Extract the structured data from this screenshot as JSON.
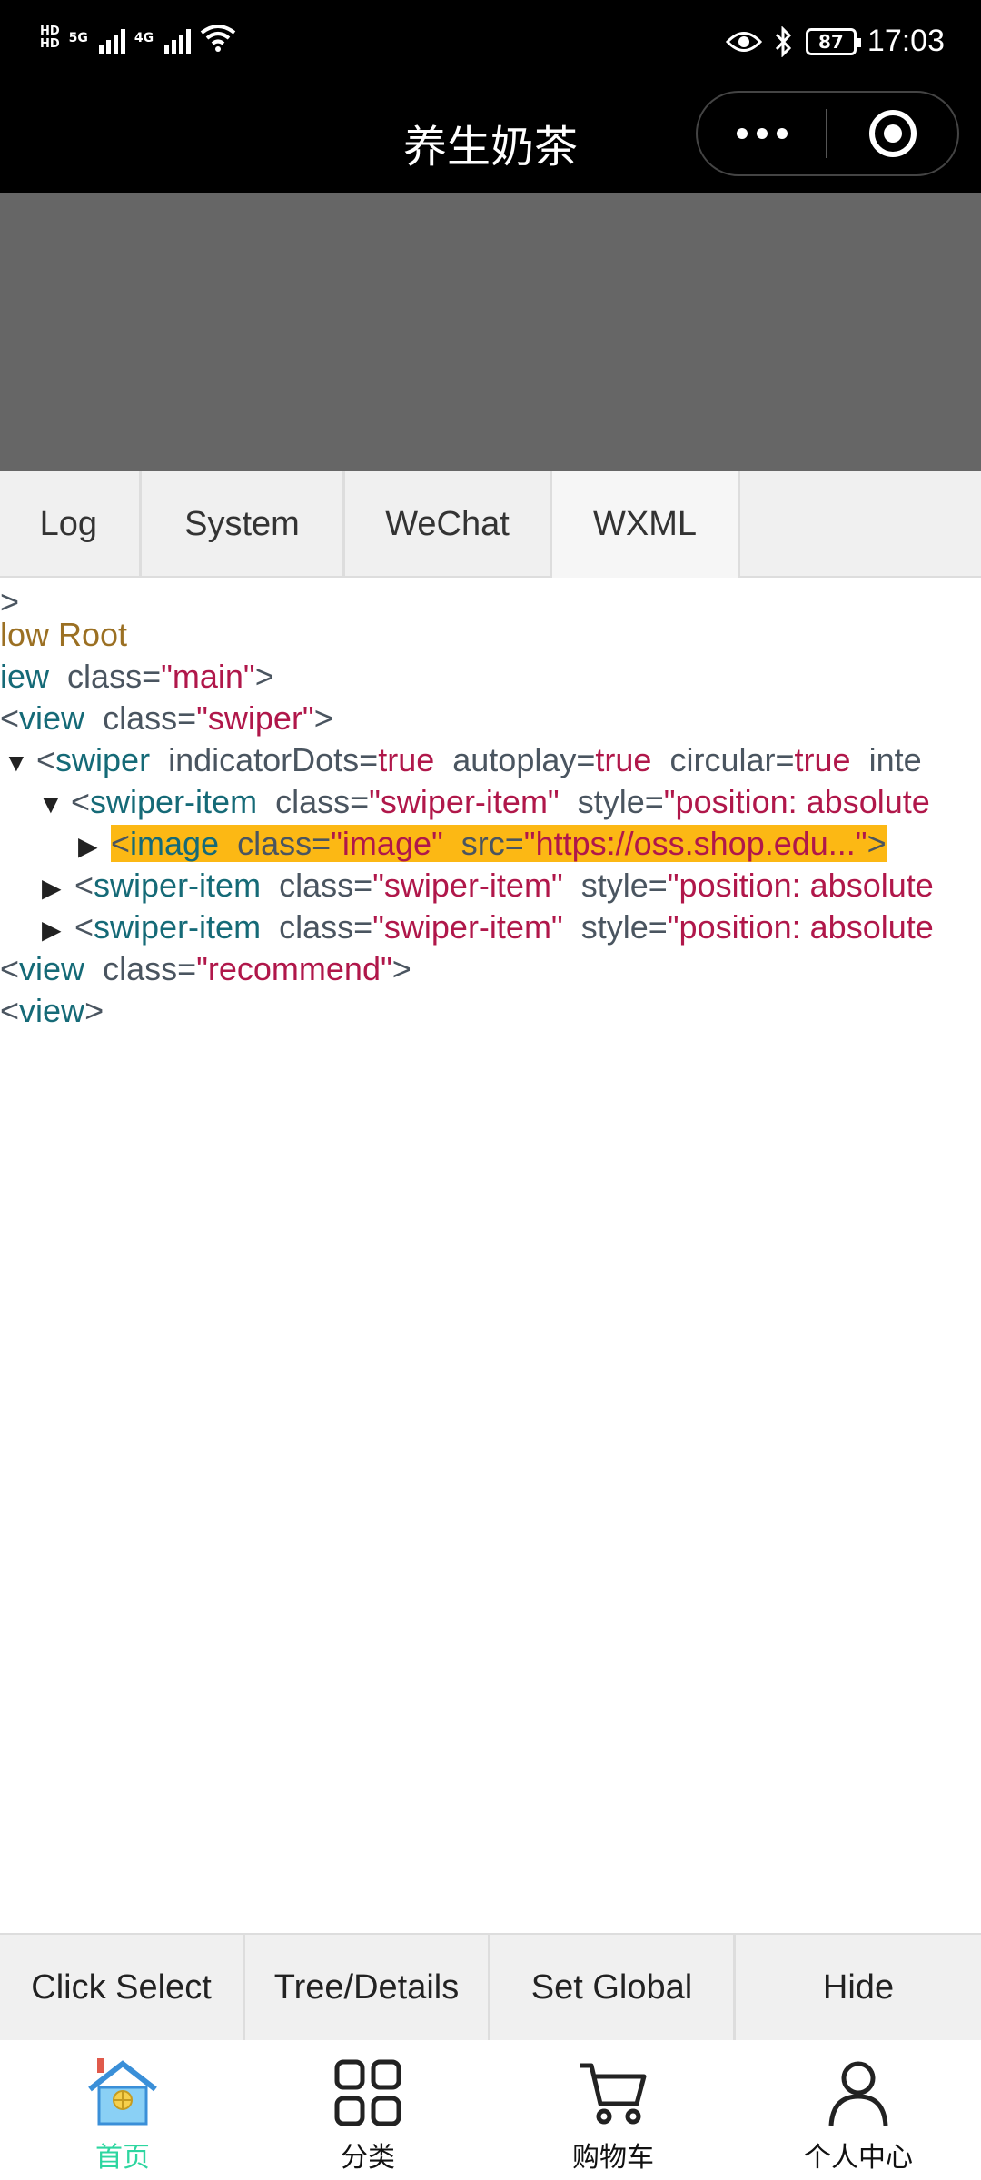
{
  "status_bar": {
    "hd_top": "HD",
    "hd_bottom": "HD",
    "net1": "5G",
    "net2": "4G",
    "battery": "87",
    "time": "17:03"
  },
  "nav": {
    "title": "养生奶茶"
  },
  "tabs": [
    {
      "label": "Log"
    },
    {
      "label": "System"
    },
    {
      "label": "WeChat"
    },
    {
      "label": "WXML"
    }
  ],
  "tree": {
    "row0": ">",
    "row1": "low Root",
    "row2": {
      "tag": "iew",
      "attr": "class=",
      "val": "\"main\"",
      "close": ">"
    },
    "row3": {
      "open": "<",
      "tag": "view",
      "attr": "class=",
      "val": "\"swiper\"",
      "close": ">"
    },
    "row4": {
      "open": "<",
      "tag": "swiper",
      "a1": "indicatorDots=",
      "v1": "true",
      "a2": "autoplay=",
      "v2": "true",
      "a3": "circular=",
      "v3": "true",
      "a4": "inte"
    },
    "row5": {
      "open": "<",
      "tag": "swiper-item",
      "a1": "class=",
      "v1": "\"swiper-item\"",
      "a2": "style=",
      "v2": "\"position: absolute"
    },
    "row6": {
      "open": "<",
      "tag": "image",
      "a1": "class=",
      "v1": "\"image\"",
      "a2": "src=",
      "v2": "\"https://oss.shop.edu...\"",
      "close": ">"
    },
    "row7": {
      "open": "<",
      "tag": "swiper-item",
      "a1": "class=",
      "v1": "\"swiper-item\"",
      "a2": "style=",
      "v2": "\"position: absolute"
    },
    "row8": {
      "open": "<",
      "tag": "swiper-item",
      "a1": "class=",
      "v1": "\"swiper-item\"",
      "a2": "style=",
      "v2": "\"position: absolute"
    },
    "row9": {
      "open": "<",
      "tag": "view",
      "attr": "class=",
      "val": "\"recommend\"",
      "close": ">"
    },
    "row10": {
      "open": "<",
      "tag": "view",
      "close": ">"
    }
  },
  "toolbar": [
    {
      "label": "Click Select"
    },
    {
      "label": "Tree/Details"
    },
    {
      "label": "Set Global"
    },
    {
      "label": "Hide"
    }
  ],
  "tabbar": [
    {
      "label": "首页",
      "icon": "home-icon",
      "active": true
    },
    {
      "label": "分类",
      "icon": "grid-icon"
    },
    {
      "label": "购物车",
      "icon": "cart-icon"
    },
    {
      "label": "个人中心",
      "icon": "user-icon"
    }
  ],
  "colors": {
    "accent": "#2ed6a0",
    "highlight": "#fcb814",
    "tag": "#156a77",
    "value": "#b0174a"
  }
}
